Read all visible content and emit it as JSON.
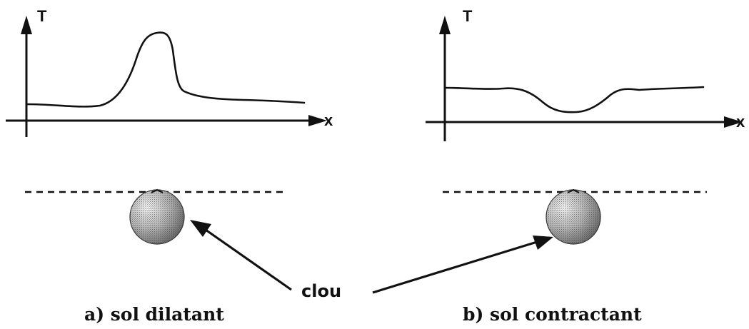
{
  "panels": [
    {
      "caption": "a) sol dilatant",
      "y_axis_label": "T",
      "x_axis_label": "x",
      "curve_shape": "peak"
    },
    {
      "caption": "b) sol contractant",
      "y_axis_label": "T",
      "x_axis_label": "x",
      "curve_shape": "trough"
    }
  ],
  "callout": {
    "label": "clou"
  },
  "colors": {
    "ink": "#111111",
    "nail_light": "#e9e9e9",
    "nail_dark": "#6a6a6a"
  },
  "icons": {
    "nail": "nail-cross-section-icon",
    "arrow": "arrow-icon"
  }
}
